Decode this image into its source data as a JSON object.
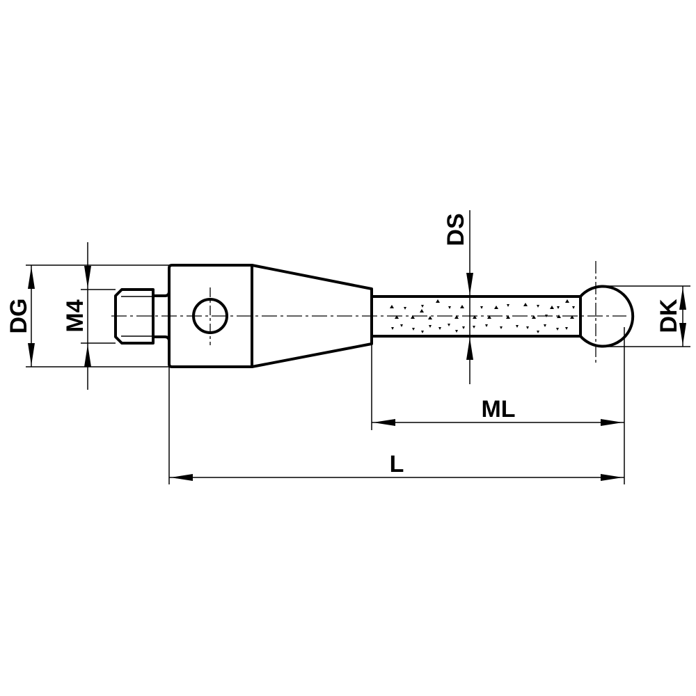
{
  "drawing": {
    "title": "Stylus with ball tip - technical drawing",
    "line_color": "#000000",
    "background": "#ffffff",
    "dimensions": {
      "DG": {
        "label": "DG",
        "meaning": "grip/body diameter"
      },
      "M4": {
        "label": "M4",
        "meaning": "thread size"
      },
      "DS": {
        "label": "DS",
        "meaning": "stem diameter"
      },
      "DK": {
        "label": "DK",
        "meaning": "ball diameter"
      },
      "ML": {
        "label": "ML",
        "meaning": "measuring length"
      },
      "L": {
        "label": "L",
        "meaning": "total length"
      }
    },
    "parts": [
      "thread",
      "neck",
      "body-with-cross-hole",
      "taper",
      "stem",
      "ball-tip"
    ]
  }
}
